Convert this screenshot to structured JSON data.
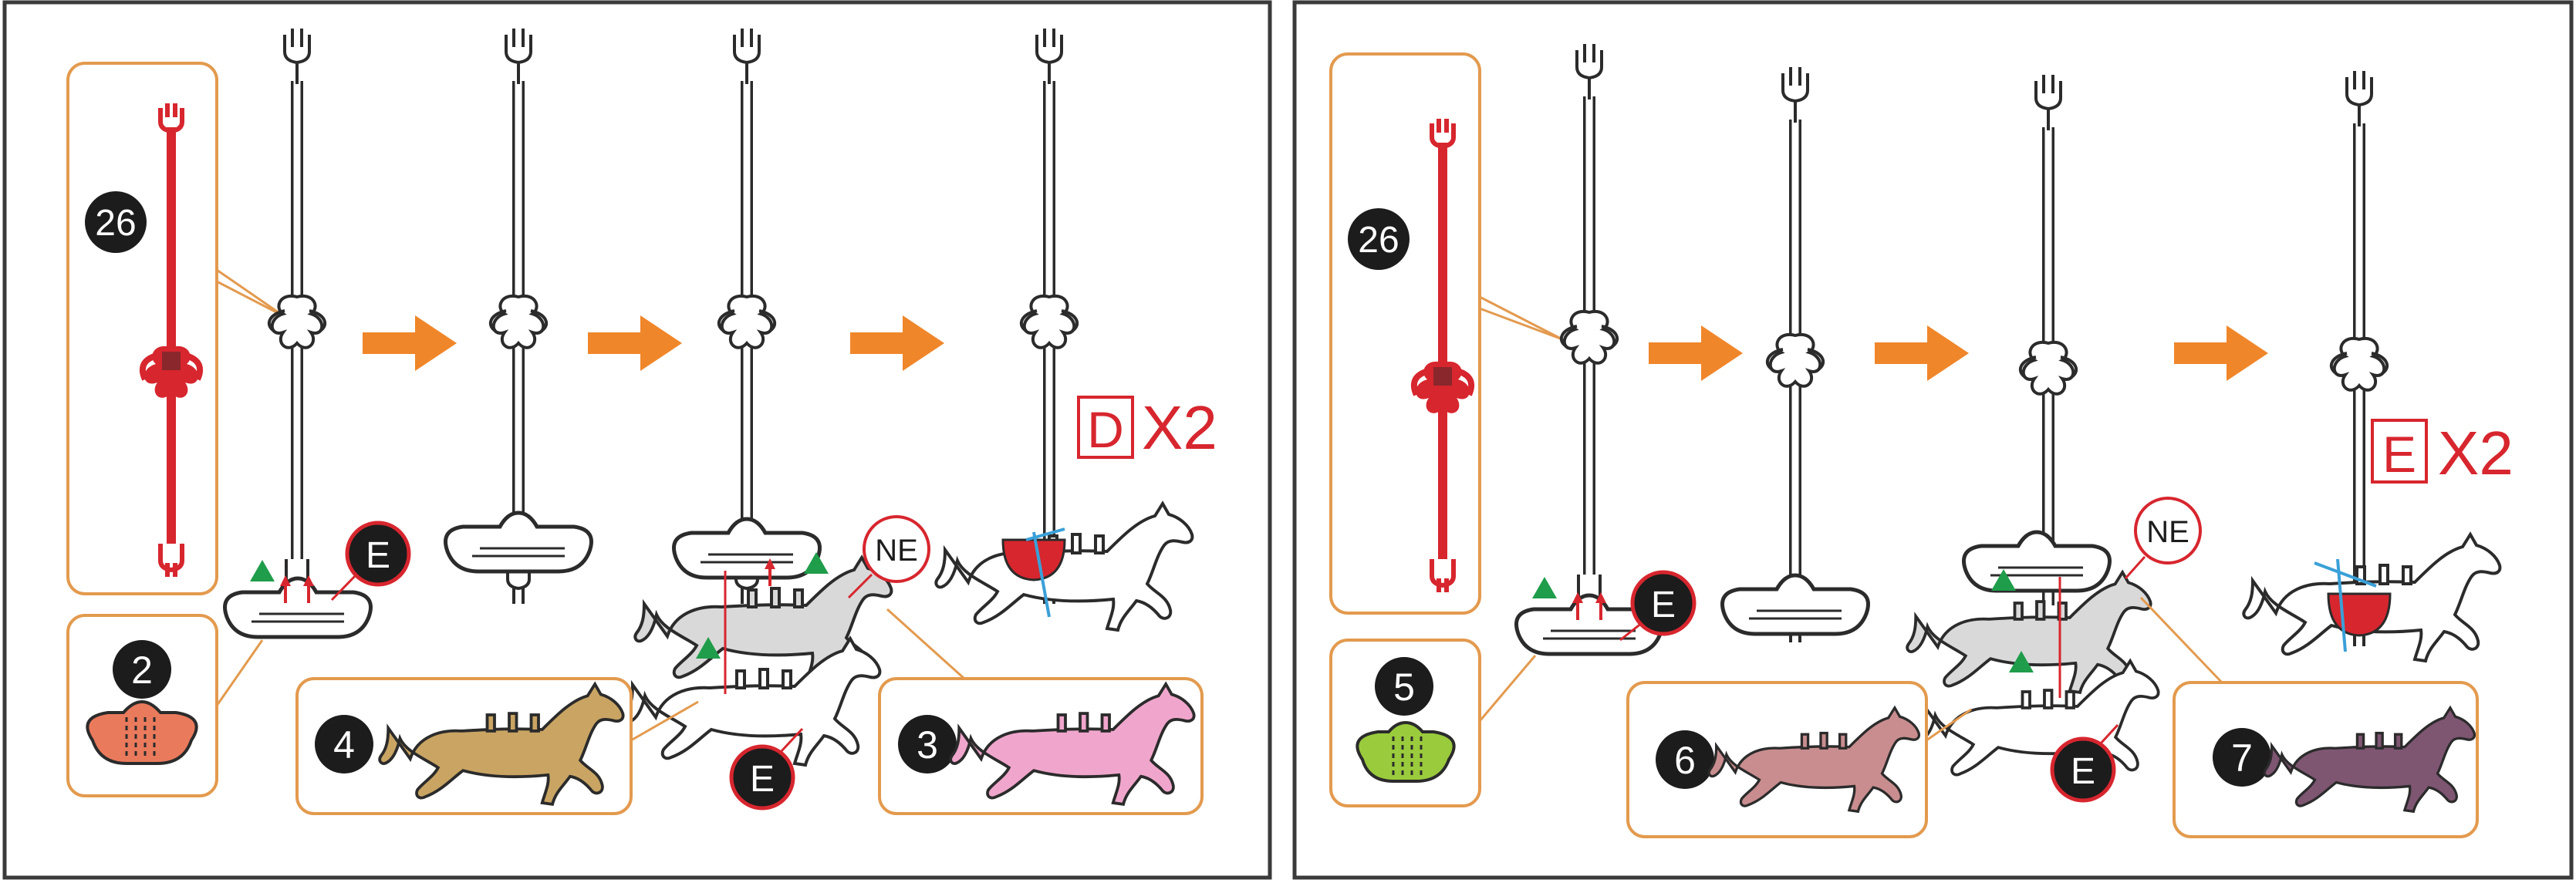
{
  "colors": {
    "frame": "#3a3a3a",
    "box_outline": "#e39a4e",
    "arrow": "#f0862a",
    "red_part": "#d7262e",
    "triangle": "#1f9d4a",
    "badge_dark": "#1c1c1c",
    "badge_red_ring": "#d7262e",
    "grey_horse": "#d9d9d9",
    "base_orange": "#ea7a5c",
    "base_green": "#9acb3c",
    "horse_4": "#c9a463",
    "horse_3": "#f0a6cc",
    "horse_6": "#c98d8f",
    "horse_7": "#7e5672",
    "stroke": "#2b2b2b",
    "blue_arrow": "#3aa0d8"
  },
  "icons": {
    "pole": "carousel-pole-icon",
    "horse": "horse-icon",
    "base": "base-plate-icon",
    "step_arrow": "right-arrow-icon",
    "align_mark": "green-triangle-icon"
  },
  "panels": [
    {
      "id": "left",
      "pole_part_number": "26",
      "base_part_number": "2",
      "horse_back_number": "4",
      "horse_front_number": "3",
      "badge_e_top": "E",
      "badge_e_bottom": "E",
      "badge_ne": "NE",
      "qty_letter": "D",
      "qty_text": "X2"
    },
    {
      "id": "right",
      "pole_part_number": "26",
      "base_part_number": "5",
      "horse_back_number": "6",
      "horse_front_number": "7",
      "badge_e_top": "E",
      "badge_e_bottom": "E",
      "badge_ne": "NE",
      "qty_letter": "E",
      "qty_text": "X2"
    }
  ]
}
